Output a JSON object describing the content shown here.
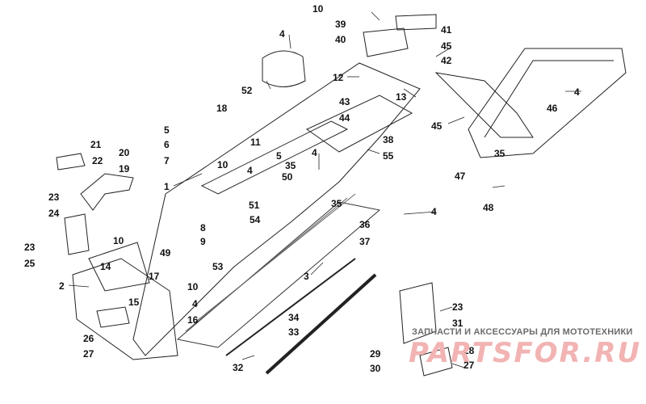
{
  "callouts": [
    {
      "id": "c1",
      "text": "1"
    },
    {
      "id": "c2",
      "text": "2"
    },
    {
      "id": "c3",
      "text": "3"
    },
    {
      "id": "c4a",
      "text": "4"
    },
    {
      "id": "c4b",
      "text": "4"
    },
    {
      "id": "c4c",
      "text": "4"
    },
    {
      "id": "c4d",
      "text": "4"
    },
    {
      "id": "c4e",
      "text": "4"
    },
    {
      "id": "c4f",
      "text": "4"
    },
    {
      "id": "c5a",
      "text": "5"
    },
    {
      "id": "c5b",
      "text": "5"
    },
    {
      "id": "c6",
      "text": "6"
    },
    {
      "id": "c7",
      "text": "7"
    },
    {
      "id": "c8",
      "text": "8"
    },
    {
      "id": "c9",
      "text": "9"
    },
    {
      "id": "c10a",
      "text": "10"
    },
    {
      "id": "c10b",
      "text": "10"
    },
    {
      "id": "c10c",
      "text": "10"
    },
    {
      "id": "c10d",
      "text": "10"
    },
    {
      "id": "c11",
      "text": "11"
    },
    {
      "id": "c12",
      "text": "12"
    },
    {
      "id": "c13",
      "text": "13"
    },
    {
      "id": "c14",
      "text": "14"
    },
    {
      "id": "c15",
      "text": "15"
    },
    {
      "id": "c16",
      "text": "16"
    },
    {
      "id": "c17",
      "text": "17"
    },
    {
      "id": "c18",
      "text": "18"
    },
    {
      "id": "c19",
      "text": "19"
    },
    {
      "id": "c20",
      "text": "20"
    },
    {
      "id": "c21",
      "text": "21"
    },
    {
      "id": "c22",
      "text": "22"
    },
    {
      "id": "c23a",
      "text": "23"
    },
    {
      "id": "c23b",
      "text": "23"
    },
    {
      "id": "c23c",
      "text": "23"
    },
    {
      "id": "c24",
      "text": "24"
    },
    {
      "id": "c25",
      "text": "25"
    },
    {
      "id": "c26",
      "text": "26"
    },
    {
      "id": "c27a",
      "text": "27"
    },
    {
      "id": "c27b",
      "text": "27"
    },
    {
      "id": "c28",
      "text": "28"
    },
    {
      "id": "c29",
      "text": "29"
    },
    {
      "id": "c30",
      "text": "30"
    },
    {
      "id": "c31",
      "text": "31"
    },
    {
      "id": "c32",
      "text": "32"
    },
    {
      "id": "c33",
      "text": "33"
    },
    {
      "id": "c34",
      "text": "34"
    },
    {
      "id": "c35a",
      "text": "35"
    },
    {
      "id": "c35b",
      "text": "35"
    },
    {
      "id": "c35c",
      "text": "35"
    },
    {
      "id": "c36",
      "text": "36"
    },
    {
      "id": "c37",
      "text": "37"
    },
    {
      "id": "c38",
      "text": "38"
    },
    {
      "id": "c39",
      "text": "39"
    },
    {
      "id": "c40",
      "text": "40"
    },
    {
      "id": "c41",
      "text": "41"
    },
    {
      "id": "c42",
      "text": "42"
    },
    {
      "id": "c43",
      "text": "43"
    },
    {
      "id": "c44",
      "text": "44"
    },
    {
      "id": "c45a",
      "text": "45"
    },
    {
      "id": "c45b",
      "text": "45"
    },
    {
      "id": "c46",
      "text": "46"
    },
    {
      "id": "c47",
      "text": "47"
    },
    {
      "id": "c48",
      "text": "48"
    },
    {
      "id": "c49",
      "text": "49"
    },
    {
      "id": "c50",
      "text": "50"
    },
    {
      "id": "c51",
      "text": "51"
    },
    {
      "id": "c52",
      "text": "52"
    },
    {
      "id": "c53",
      "text": "53"
    },
    {
      "id": "c54",
      "text": "54"
    },
    {
      "id": "c55",
      "text": "55"
    }
  ],
  "watermark": {
    "caption": "ЗАПЧАСТИ И АКСЕССУАРЫ ДЛЯ МОТОТЕХНИКИ",
    "logo": "PARTSFOR.RU"
  },
  "colors": {
    "line": "#222222",
    "hatch": "#555555",
    "watermark": "#f2b3b3"
  }
}
